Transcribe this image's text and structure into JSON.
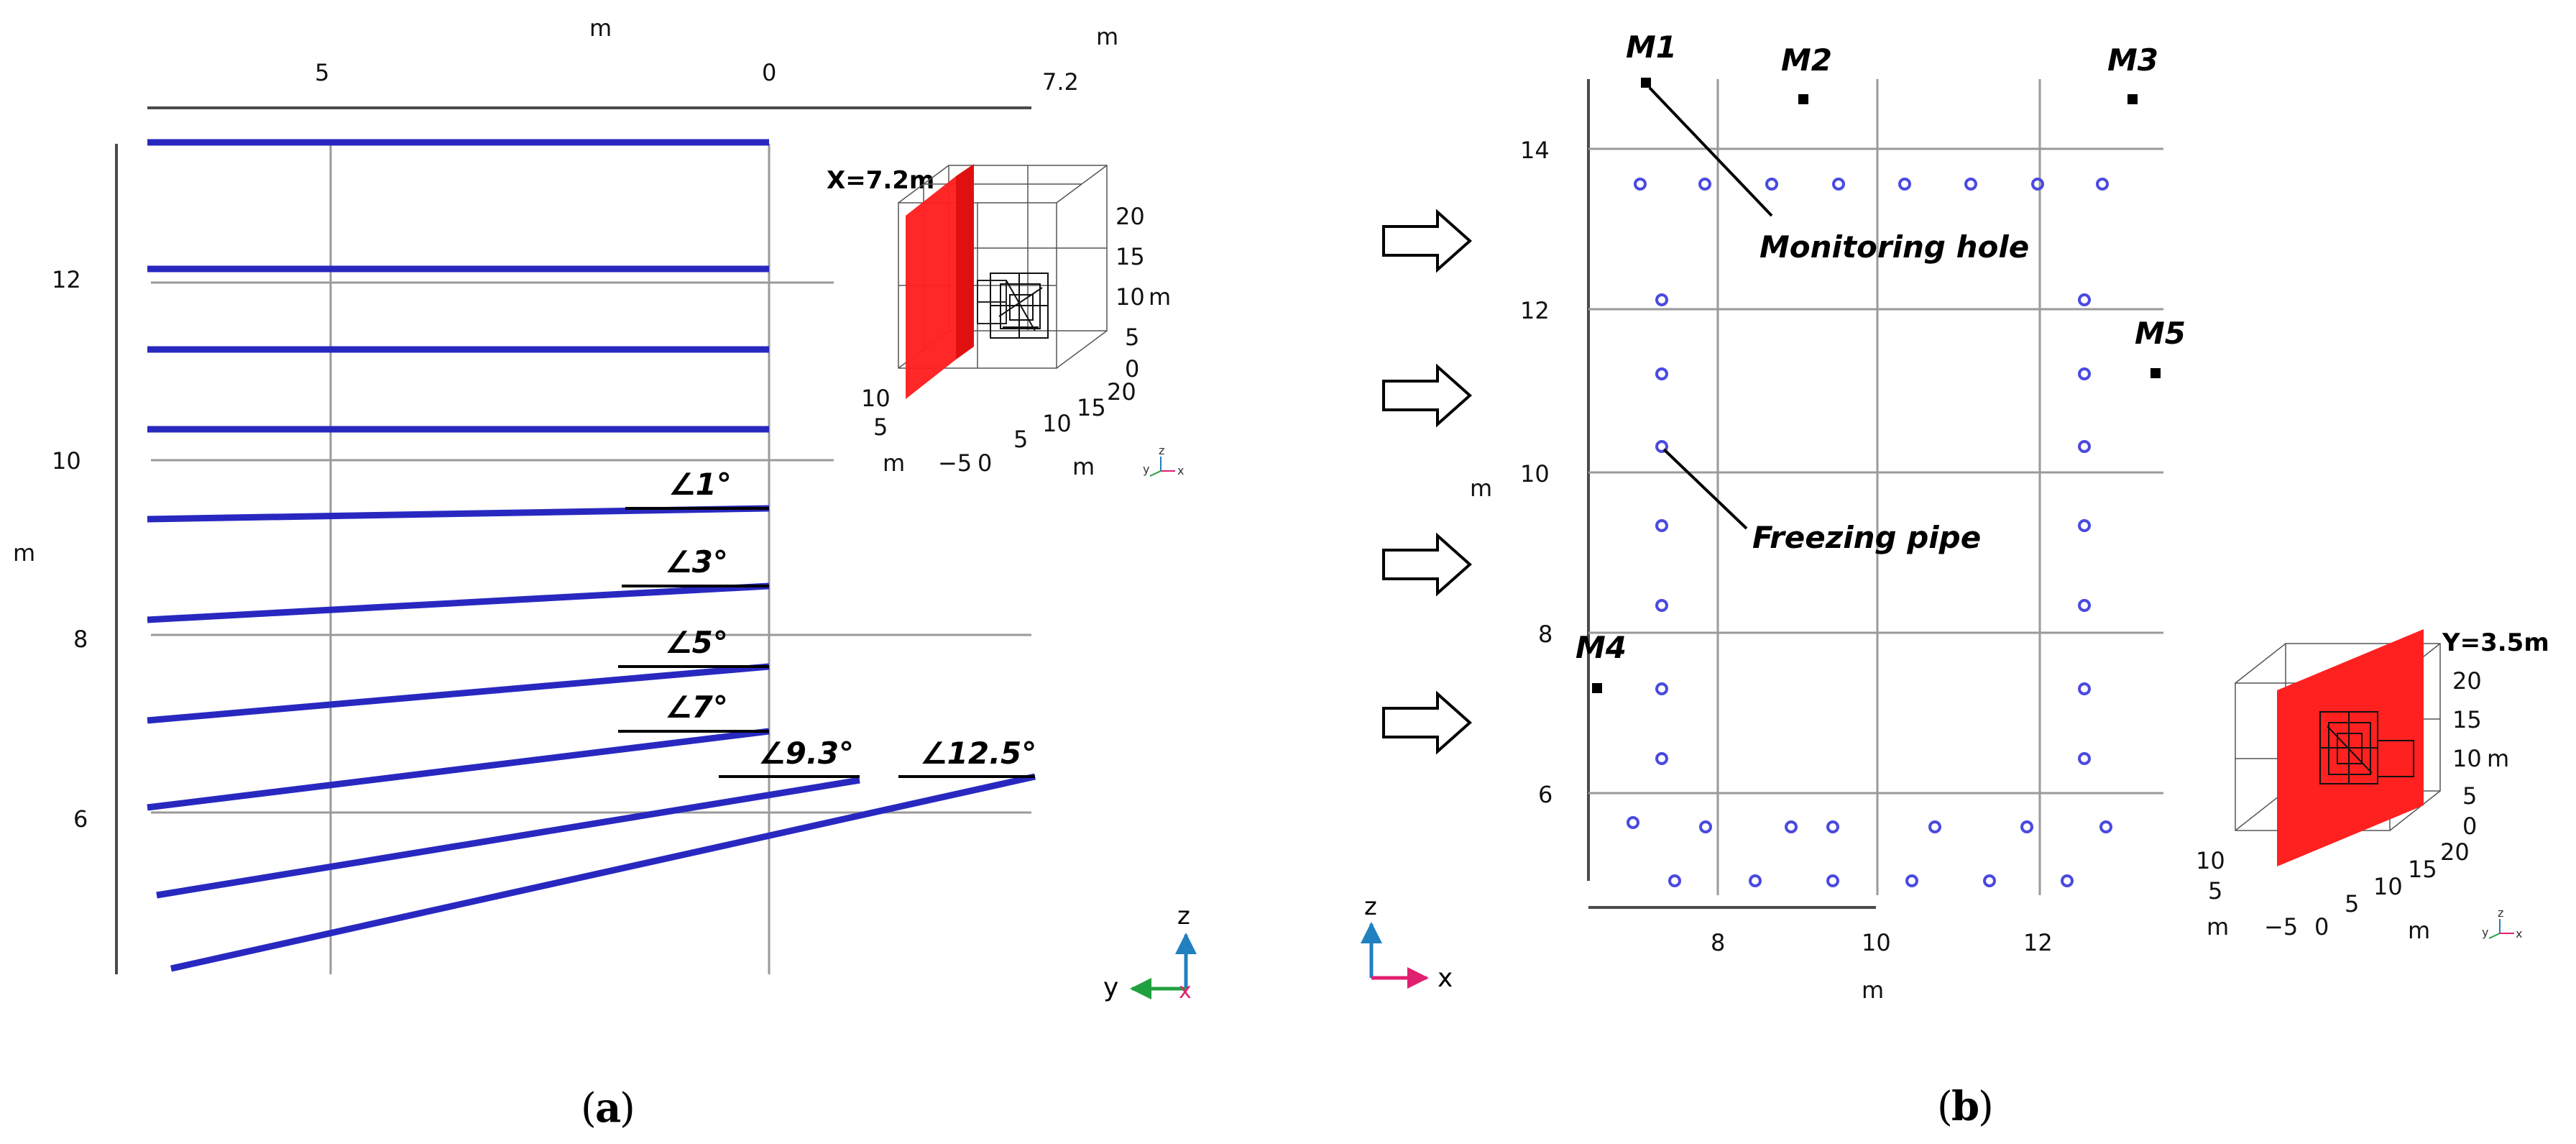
{
  "panel_a": {
    "caption_open": "(",
    "caption_letter": "a",
    "caption_close": ")",
    "top_axis_unit_mid": "m",
    "top_axis_unit_right": "m",
    "top_ticks": [
      "5",
      "0",
      "7.2"
    ],
    "left_axis_unit": "m",
    "left_ticks": [
      "12",
      "10",
      "8",
      "6"
    ],
    "angle_labels": [
      "∠1°",
      "∠3°",
      "∠5°",
      "∠7°",
      "∠9.3°",
      "∠12.5°"
    ],
    "pipe_color": "#3030c8",
    "inset": {
      "title": "X=7.2m",
      "z_ticks": [
        "20",
        "15",
        "10",
        "5",
        "0"
      ],
      "z_unit": "m",
      "y_ticks": [
        "10",
        "5",
        "−5"
      ],
      "y_unit": "m",
      "x_ticks": [
        "0",
        "5",
        "10",
        "15",
        "20"
      ],
      "x_unit": "m",
      "plane_color": "#ff2020"
    },
    "triad": {
      "z": "z",
      "y": "y",
      "x": "x"
    }
  },
  "arrows_count": 4,
  "panel_b": {
    "caption_open": "(",
    "caption_letter": "b",
    "caption_close": ")",
    "y_unit": "m",
    "x_unit": "m",
    "y_ticks": [
      "14",
      "12",
      "10",
      "8",
      "6"
    ],
    "x_ticks": [
      "8",
      "10",
      "12"
    ],
    "monitor_points": [
      "M1",
      "M2",
      "M3",
      "M4",
      "M5"
    ],
    "annotations": {
      "monitoring_hole": "Monitoring hole",
      "freezing_pipe": "Freezing pipe"
    },
    "point_color": "#4a4ae0",
    "inset": {
      "title": "Y=3.5m",
      "z_ticks": [
        "20",
        "15",
        "10",
        "5",
        "0"
      ],
      "z_unit": "m",
      "y_ticks": [
        "10",
        "5",
        "−5"
      ],
      "y_unit": "m",
      "x_ticks": [
        "0",
        "5",
        "10",
        "15",
        "20"
      ],
      "x_unit": "m",
      "plane_color": "#ff2020"
    },
    "triad": {
      "z": "z",
      "x": "x"
    }
  }
}
